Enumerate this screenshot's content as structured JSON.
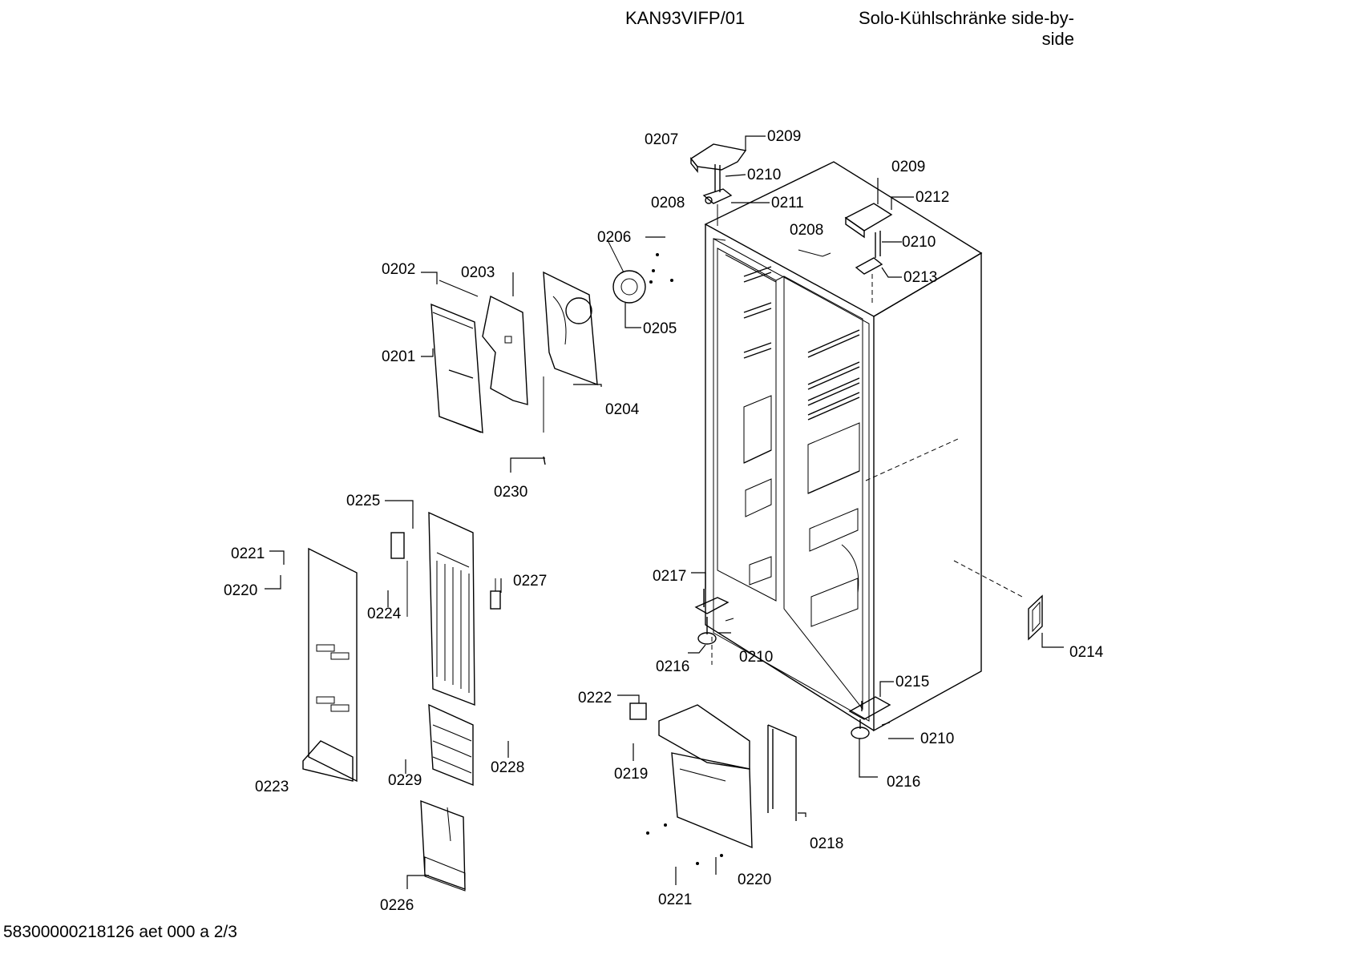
{
  "header": {
    "model": "KAN93VIFP/01",
    "title_line1": "Solo-Kühlschränke side-by-",
    "title_line2": "side"
  },
  "footer": {
    "doc_id": "58300000218126 aet 000 a 2/3"
  },
  "labels": {
    "l0201": "0201",
    "l0202": "0202",
    "l0203": "0203",
    "l0204": "0204",
    "l0205": "0205",
    "l0206": "0206",
    "l0207": "0207",
    "l0208": "0208",
    "l0208b": "0208",
    "l0209": "0209",
    "l0209b": "0209",
    "l0210a": "0210",
    "l0210b": "0210",
    "l0210c": "0210",
    "l0210d": "0210",
    "l0211": "0211",
    "l0212": "0212",
    "l0213": "0213",
    "l0214": "0214",
    "l0215": "0215",
    "l0216a": "0216",
    "l0216b": "0216",
    "l0217": "0217",
    "l0218": "0218",
    "l0219": "0219",
    "l0220a": "0220",
    "l0220b": "0220",
    "l0221a": "0221",
    "l0221b": "0221",
    "l0222": "0222",
    "l0223": "0223",
    "l0224": "0224",
    "l0225": "0225",
    "l0226": "0226",
    "l0227": "0227",
    "l0228": "0228",
    "l0229": "0229",
    "l0230": "0230"
  }
}
